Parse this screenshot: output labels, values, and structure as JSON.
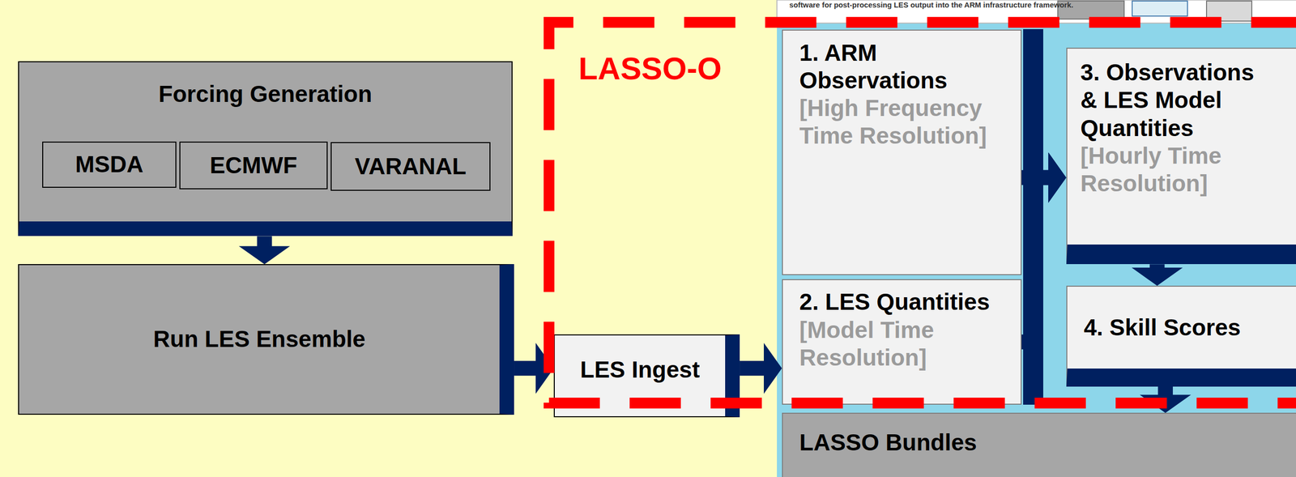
{
  "diagram": {
    "nodes": [
      {
        "text": [
          "Forcing Generation"
        ]
      },
      {
        "text": [
          "MSDA"
        ],
        "in": 0
      },
      {
        "text": [
          "ECMWF"
        ],
        "in": 0
      },
      {
        "text": [
          "VARANAL"
        ],
        "in": 0
      },
      {
        "text": [
          "Run LES Ensemble"
        ]
      },
      {
        "text": [
          "LASSO-O"
        ]
      },
      {
        "text": [
          "LES Ingest"
        ],
        "in": 5
      },
      {
        "text": [
          "1. ARM Observations",
          "[High Frequency Time Resolution]"
        ],
        "in": 5
      },
      {
        "text": [
          "2. LES Quantities",
          "[Model Time Resolution]"
        ],
        "in": 5
      },
      {
        "text": [
          "3. Observations & LES Model Quantities",
          "[Hourly Time Resolution]"
        ],
        "in": 5
      },
      {
        "text": [
          "4. Skill Scores"
        ],
        "in": 5
      },
      {
        "text": [
          "LASSO Bundles"
        ]
      }
    ],
    "edges": [
      {
        "from": 0,
        "to": 4,
        "arrow": "to"
      },
      {
        "from": 4,
        "to": 6,
        "arrow": "to"
      },
      {
        "from": 6,
        "to": 8,
        "arrow": "to"
      },
      {
        "from": 7,
        "to": 9,
        "arrow": "to"
      },
      {
        "from": 8,
        "to": 9,
        "arrow": "to"
      },
      {
        "from": 9,
        "to": 10,
        "arrow": "to"
      },
      {
        "from": 10,
        "to": 11,
        "arrow": "to"
      }
    ],
    "labels": [
      "software for post-processing LES output into the ARM infrastructure framework."
    ]
  }
}
